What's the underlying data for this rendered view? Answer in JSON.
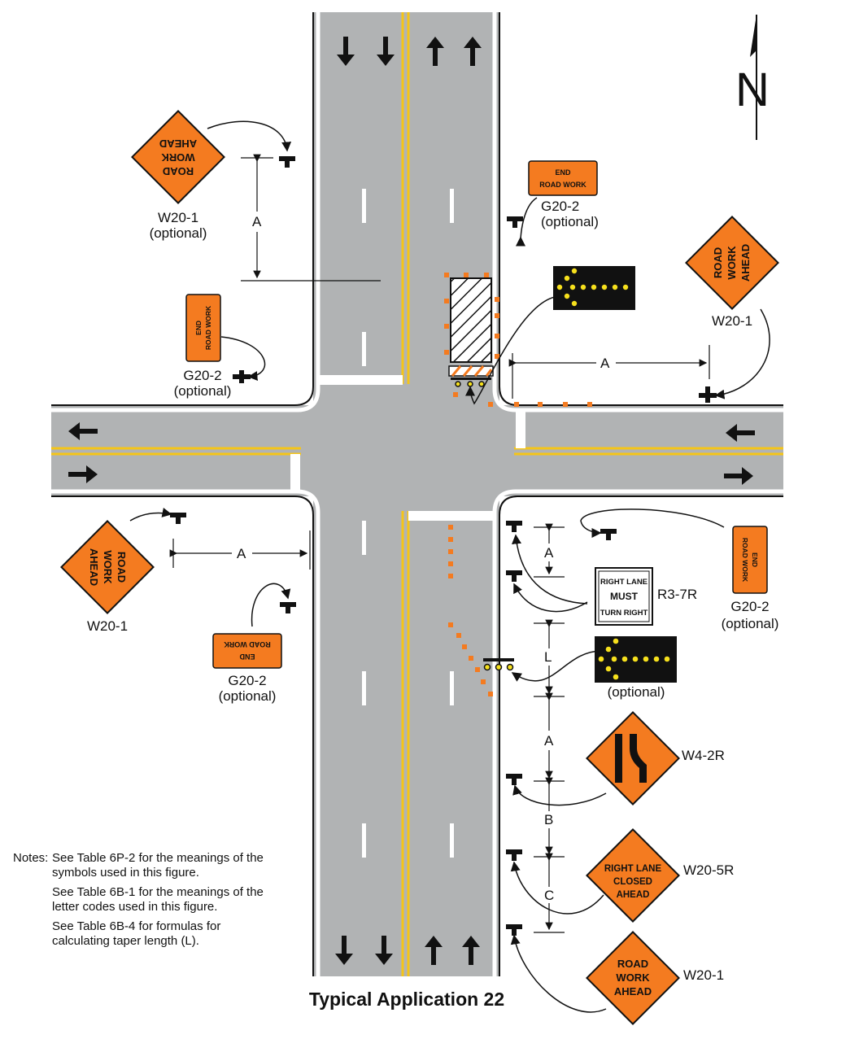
{
  "title": "Typical Application 22",
  "north_label": "N",
  "signs": {
    "w20_1_nw": {
      "lines": [
        "ROAD",
        "WORK",
        "AHEAD"
      ],
      "code": "W20-1",
      "qualifier": "(optional)"
    },
    "g20_2_nw": {
      "lines": [
        "END",
        "ROAD WORK"
      ],
      "code": "G20-2",
      "qualifier": "(optional)"
    },
    "g20_2_ne": {
      "lines": [
        "END",
        "ROAD WORK"
      ],
      "code": "G20-2",
      "qualifier": "(optional)"
    },
    "w20_1_ne": {
      "lines": [
        "ROAD",
        "WORK",
        "AHEAD"
      ],
      "code": "W20-1"
    },
    "w20_1_sw": {
      "lines": [
        "ROAD",
        "WORK",
        "AHEAD"
      ],
      "code": "W20-1"
    },
    "g20_2_sw": {
      "lines": [
        "END",
        "ROAD WORK"
      ],
      "code": "G20-2",
      "qualifier": "(optional)"
    },
    "g20_2_se": {
      "lines": [
        "END",
        "ROAD WORK"
      ],
      "code": "G20-2",
      "qualifier": "(optional)"
    },
    "r3_7r": {
      "lines": [
        "RIGHT LANE",
        "MUST",
        "TURN RIGHT"
      ],
      "code": "R3-7R"
    },
    "arrow_board_s": {
      "qualifier": "(optional)"
    },
    "w4_2r": {
      "code": "W4-2R"
    },
    "w20_5r": {
      "lines": [
        "RIGHT LANE",
        "CLOSED",
        "AHEAD"
      ],
      "code": "W20-5R"
    },
    "w20_1_se": {
      "lines": [
        "ROAD",
        "WORK",
        "AHEAD"
      ],
      "code": "W20-1"
    }
  },
  "dimensions": {
    "a_nw": "A",
    "a_ne": "A",
    "a_sw": "A",
    "a_se_top": "A",
    "l_se": "L",
    "a_se_mid": "A",
    "b_se": "B",
    "c_se": "C"
  },
  "notes": {
    "prefix": "Notes:",
    "items": [
      "See Table 6P-2 for the meanings of the symbols used in this figure.",
      "See Table 6B-1 for the meanings of the letter codes used in this figure.",
      "See Table 6B-4 for formulas for calculating taper length (L)."
    ]
  },
  "colors": {
    "road": "#b1b3b4",
    "sign_orange": "#f47b20",
    "yellow_line": "#f5c518",
    "channelizer": "#f47b20",
    "arrow_panel": "#111111",
    "arrow_light": "#f7e11d"
  }
}
